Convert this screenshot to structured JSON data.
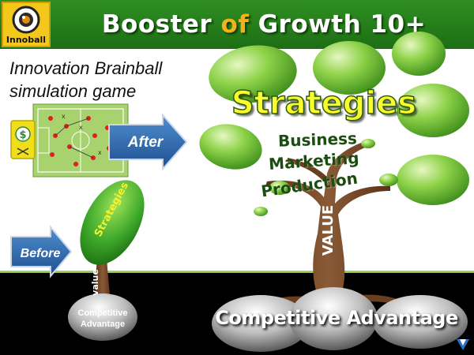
{
  "header": {
    "title_part1": "Booster ",
    "title_part2": "of",
    "title_part3": " Growth 10+",
    "logo_label": "Innoball"
  },
  "subtitle": {
    "line1": "Innovation Brainball",
    "line2": "simulation game"
  },
  "arrows": {
    "after_label": "After",
    "before_label": "Before"
  },
  "big_tree": {
    "title": "Strategies",
    "branches": [
      "Business",
      "Marketing",
      "Production"
    ],
    "trunk_label": "VALUE",
    "base_label": "Competitive Advantage"
  },
  "small_tree": {
    "leaf_label": "Strategies",
    "trunk_label": "value",
    "base_label": "Competitive Advantage"
  },
  "colors": {
    "header_green": "#2f8f22",
    "title_accent": "#f2b21b",
    "leaf_green": "#7ccc3a",
    "arrow_blue": "#2f6fb0",
    "trunk_brown": "#7a4a2a",
    "strategies_yellow": "#fafd2a"
  },
  "icons": [
    "innoball-logo-icon",
    "game-field-icon",
    "dollar-icon",
    "corner-logo-icon"
  ]
}
